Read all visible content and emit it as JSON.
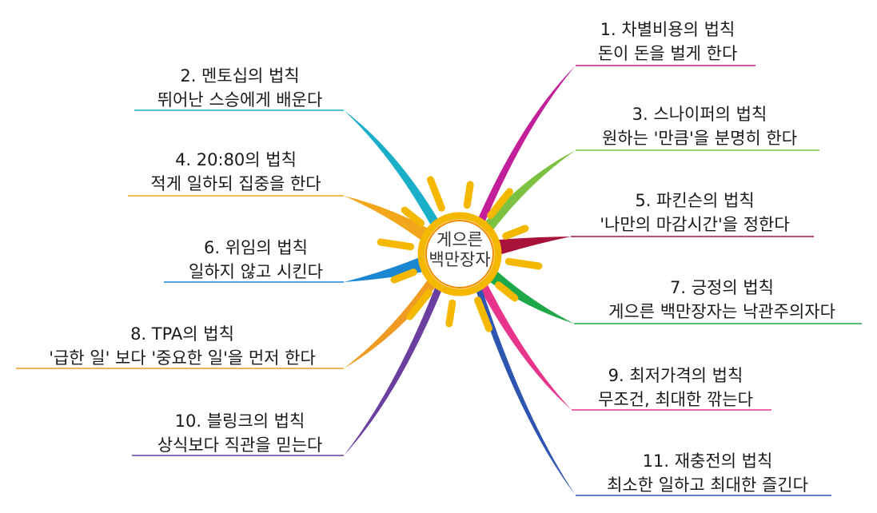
{
  "center": {
    "line1": "게으른",
    "line2": "백만장자"
  },
  "branches": [
    {
      "id": 1,
      "title": "1. 차별비용의 법칙",
      "subtitle": "돈이 돈을 벌게 한다",
      "color": "#c21f9a"
    },
    {
      "id": 2,
      "title": "2. 멘토십의 법칙",
      "subtitle": "뛰어난 스승에게 배운다",
      "color": "#1aaec9"
    },
    {
      "id": 3,
      "title": "3. 스나이퍼의 법칙",
      "subtitle": "원하는 '만큼'을 분명히 한다",
      "color": "#7cc142"
    },
    {
      "id": 4,
      "title": "4. 20:80의 법칙",
      "subtitle": "적게 일하되 집중을 한다",
      "color": "#f2a61c"
    },
    {
      "id": 5,
      "title": "5. 파킨슨의 법칙",
      "subtitle": "'나만의 마감시간'을 정한다",
      "color": "#a8123a"
    },
    {
      "id": 6,
      "title": "6. 위임의 법칙",
      "subtitle": "일하지 않고 시킨다",
      "color": "#1b86d1"
    },
    {
      "id": 7,
      "title": "7. 긍정의 법칙",
      "subtitle": "게으른 백만장자는 낙관주의자다",
      "color": "#1fa84a"
    },
    {
      "id": 8,
      "title": "8. TPA의 법칙",
      "subtitle": "'급한 일' 보다 '중요한 일'을 먼저 한다",
      "color": "#ef9a22"
    },
    {
      "id": 9,
      "title": "9. 최저가격의 법칙",
      "subtitle": "무조건, 최대한 깎는다",
      "color": "#e8358c"
    },
    {
      "id": 10,
      "title": "10. 블링크의 법칙",
      "subtitle": "상식보다 직관을 믿는다",
      "color": "#6a3fa0"
    },
    {
      "id": 11,
      "title": "11. 재충전의 법칙",
      "subtitle": "최소한 일하고 최대한 즐긴다",
      "color": "#2e56b0"
    }
  ],
  "sun_color": "#f5b800"
}
